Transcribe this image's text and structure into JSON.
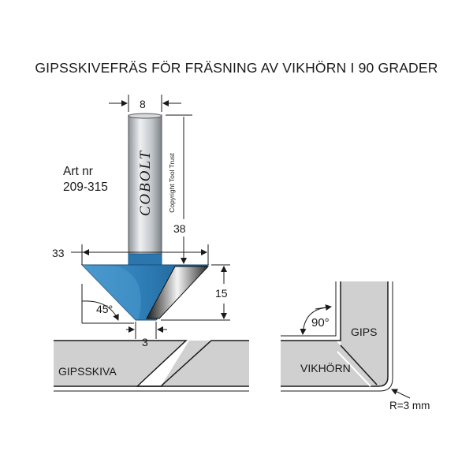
{
  "title": "GIPSSKIVEFRÄS FÖR FRÄSNING AV VIKHÖRN I 90 GRADER",
  "article": {
    "label": "Art nr",
    "number": "209-315"
  },
  "tool": {
    "brand": "COBOLT",
    "copyright": "Copyright Tool Trust",
    "colors": {
      "body": "#2f7fb8",
      "body_dark": "#1c5a8c",
      "shank": "#c9cdd1"
    }
  },
  "dimensions": {
    "shank_diameter": "8",
    "total_length": "38",
    "cutter_diameter": "33",
    "cutter_height": "15",
    "tip_width": "3",
    "angle": "45°"
  },
  "left_panel": {
    "label": "GIPSSKIVA"
  },
  "right_panel": {
    "angle": "90°",
    "top_label": "GIPS",
    "bottom_label": "VIKHÖRN",
    "radius": "R=3 mm"
  },
  "colors": {
    "board": "#d0d0d0",
    "line": "#1a1a1a"
  }
}
